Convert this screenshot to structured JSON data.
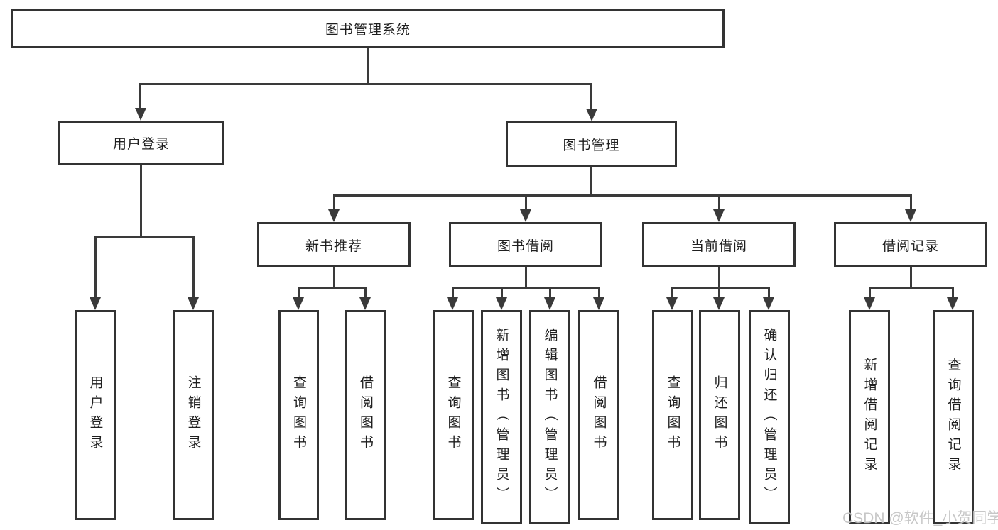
{
  "tree": {
    "root": "图书管理系统",
    "level2": [
      {
        "label": "用户登录",
        "children": [
          "用户登录",
          "注销登录"
        ]
      },
      {
        "label": "图书管理"
      }
    ],
    "level3": [
      {
        "label": "新书推荐",
        "children": [
          "查询图书",
          "借阅图书"
        ]
      },
      {
        "label": "图书借阅",
        "children": [
          "查询图书",
          "新增图书（管理员）",
          "编辑图书（管理员）",
          "借阅图书"
        ]
      },
      {
        "label": "当前借阅",
        "children": [
          "查询图书",
          "归还图书",
          "确认归还（管理员）"
        ]
      },
      {
        "label": "借阅记录",
        "children": [
          "新增借阅记录",
          "查询借阅记录"
        ]
      }
    ]
  },
  "watermark": "CSDN @软件_小贺同学",
  "colors": {
    "line": "#3a3a3a",
    "box_border": "#333333",
    "text": "#1f1f1f",
    "watermark": "#c2c2c2",
    "background": "#ffffff"
  }
}
